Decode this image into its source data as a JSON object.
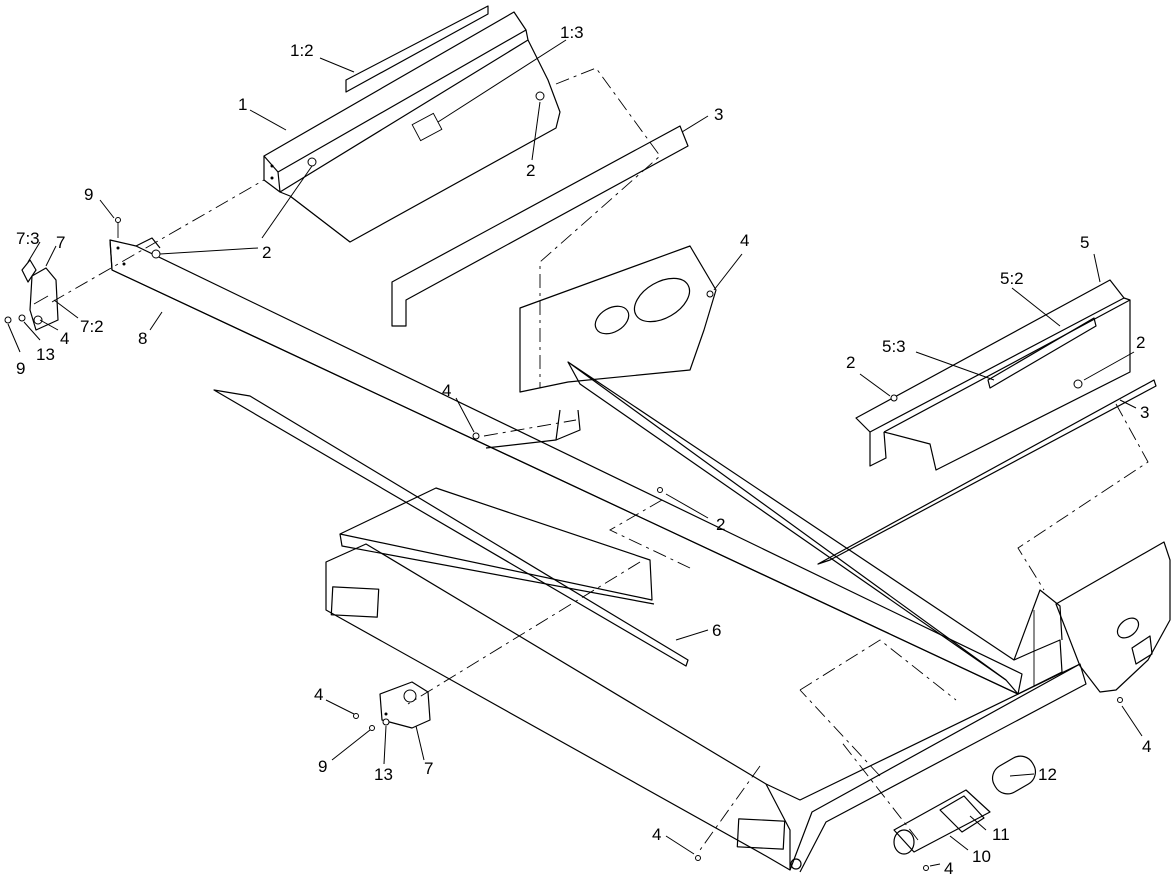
{
  "callouts": [
    {
      "id": "c1-2",
      "text": "1:2"
    },
    {
      "id": "c1-3",
      "text": "1:3"
    },
    {
      "id": "c1",
      "text": "1"
    },
    {
      "id": "c3-top",
      "text": "3"
    },
    {
      "id": "c2-a",
      "text": "2"
    },
    {
      "id": "c2-b",
      "text": "2"
    },
    {
      "id": "c9-top",
      "text": "9"
    },
    {
      "id": "c7-3",
      "text": "7:3"
    },
    {
      "id": "c7-left",
      "text": "7"
    },
    {
      "id": "c7-2",
      "text": "7:2"
    },
    {
      "id": "c4-left",
      "text": "4"
    },
    {
      "id": "c13-left",
      "text": "13"
    },
    {
      "id": "c9-left",
      "text": "9"
    },
    {
      "id": "c8",
      "text": "8"
    },
    {
      "id": "c4-upper",
      "text": "4"
    },
    {
      "id": "c5",
      "text": "5"
    },
    {
      "id": "c5-2",
      "text": "5:2"
    },
    {
      "id": "c5-3",
      "text": "5:3"
    },
    {
      "id": "c2-c",
      "text": "2"
    },
    {
      "id": "c2-d",
      "text": "2"
    },
    {
      "id": "c3-right",
      "text": "3"
    },
    {
      "id": "c4-mid",
      "text": "4"
    },
    {
      "id": "c2-e",
      "text": "2"
    },
    {
      "id": "c6",
      "text": "6"
    },
    {
      "id": "c4-right",
      "text": "4"
    },
    {
      "id": "c4-lowleft",
      "text": "4"
    },
    {
      "id": "c9-low",
      "text": "9"
    },
    {
      "id": "c13-low",
      "text": "13"
    },
    {
      "id": "c7-low",
      "text": "7"
    },
    {
      "id": "c4-bottom",
      "text": "4"
    },
    {
      "id": "c12",
      "text": "12"
    },
    {
      "id": "c11",
      "text": "11"
    },
    {
      "id": "c10",
      "text": "10"
    },
    {
      "id": "c4-bottom-right",
      "text": "4"
    }
  ]
}
